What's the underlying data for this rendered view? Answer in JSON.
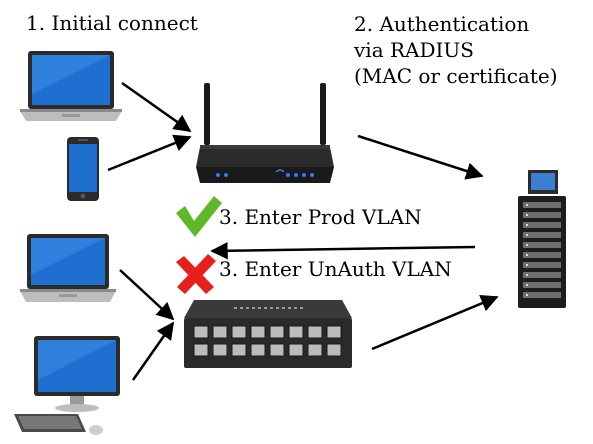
{
  "labels": {
    "step1": "1. Initial connect",
    "step2_lines": [
      "2. Authentication",
      "via RADIUS",
      "(MAC or certificate)"
    ],
    "step3_prod": "3. Enter Prod VLAN",
    "step3_unauth": "3. Enter UnAuth VLAN"
  },
  "devices": {
    "laptop_top": "laptop-icon",
    "phone": "smartphone-icon",
    "router": "wireless-router-icon",
    "laptop_bottom": "laptop-icon",
    "desktop": "desktop-computer-icon",
    "switch": "network-switch-icon",
    "server": "server-rack-icon"
  },
  "colors": {
    "check": "#5fb82a",
    "cross": "#e8201c",
    "arrow": "#000000",
    "screen": "#1e6fd0"
  }
}
